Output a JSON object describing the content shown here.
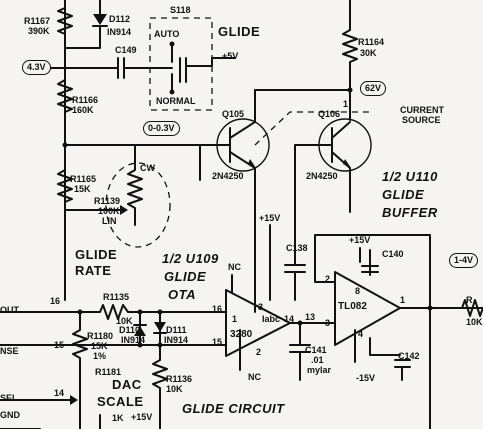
{
  "title": "GLIDE CIRCUIT",
  "voltages": {
    "v_4_3": "4.3V",
    "v_0_03": "0-0.3V",
    "v_62": "62V",
    "v_1_4": "1-4V"
  },
  "resistors": {
    "r1167": {
      "ref": "R1167",
      "value": "390K"
    },
    "r1166": {
      "ref": "R1166",
      "value": "160K"
    },
    "r1165": {
      "ref": "R1165",
      "value": "15K"
    },
    "r1139": {
      "ref": "R1139",
      "value": "100K",
      "note": "LIN"
    },
    "r1164": {
      "ref": "R1164",
      "value": "30K"
    },
    "r1135": {
      "ref": "R1135",
      "value": "10K"
    },
    "r1180": {
      "ref": "R1180",
      "value": "15K",
      "note": "1%"
    },
    "r1181": {
      "ref": "R1181",
      "value": ""
    },
    "r1136": {
      "ref": "R1136",
      "value": "10K"
    },
    "r_right": {
      "ref": "R",
      "value": "10K"
    }
  },
  "diodes": {
    "d112": {
      "ref": "D112",
      "value": "IN914"
    },
    "d110": {
      "ref": "D110",
      "value": "IN914"
    },
    "d111": {
      "ref": "D111",
      "value": "IN914"
    }
  },
  "capacitors": {
    "c149": "C149",
    "c138": "C138",
    "c140": "C140",
    "c141": {
      "ref": "C141",
      "value": ".01",
      "note": "mylar"
    },
    "c142": "C142"
  },
  "switch": {
    "ref": "S118",
    "auto": "AUTO",
    "normal": "NORMAL",
    "label": "GLIDE"
  },
  "supplies": {
    "plus5": "+5V",
    "plus15": "+15V",
    "minus15": "-15V"
  },
  "transistors": {
    "q105": {
      "ref": "Q105",
      "type": "2N4250"
    },
    "q106": {
      "ref": "Q106",
      "type": "2N4250"
    }
  },
  "labels": {
    "current_source": [
      "CURRENT",
      "SOURCE"
    ],
    "buffer": [
      "1/2 U110",
      "GLIDE",
      "BUFFER"
    ],
    "ota": [
      "1/2 U109",
      "GLIDE",
      "OTA"
    ],
    "glide_rate": [
      "GLIDE",
      "RATE"
    ],
    "dac_scale": [
      "DAC",
      "SCALE"
    ],
    "cw": "CW",
    "nc": "NC",
    "iabc": "Iabc",
    "ota_part": "3280",
    "opamp_part": "TL082",
    "out_left": "OUT",
    "nse_left": "NSE",
    "sel_left": "SEL",
    "gnd_left": "GND",
    "dac_1k": "1K"
  },
  "pins": {
    "p16": "16",
    "p15": "15",
    "p14": "14",
    "ota_3": "3",
    "ota_14": "14",
    "ota_16": "16",
    "ota_15": "15",
    "ota_2": "2",
    "ota_1": "1",
    "op_2": "2",
    "op_3": "3",
    "op_1": "1",
    "op_8": "8",
    "op_4": "4",
    "tl_13": "13",
    "q106_1": "1"
  }
}
